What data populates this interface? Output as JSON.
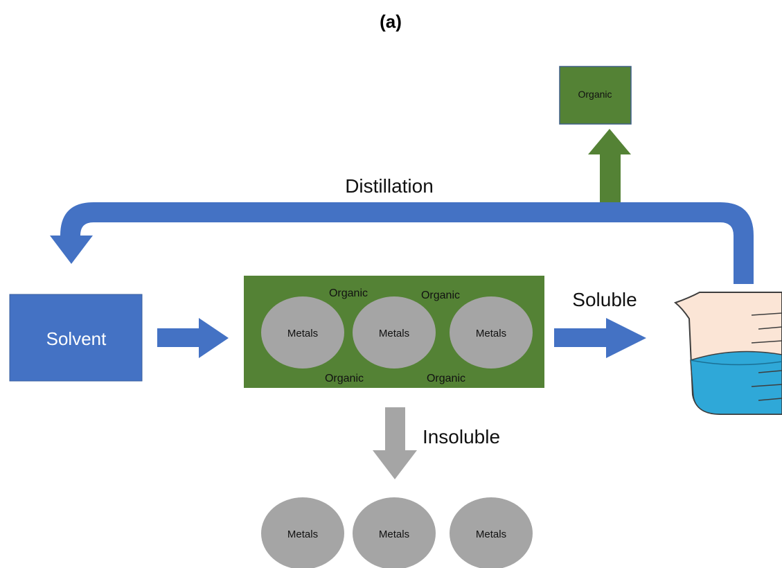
{
  "panel_label": "(a)",
  "colors": {
    "blue": "#4472C4",
    "green": "#548235",
    "gray": "#A5A5A5",
    "liquid": "#2FA8D8",
    "beaker_glass": "#FBE5D6"
  },
  "diagram": {
    "solvent_label": "Solvent",
    "top_product_label": "Organic",
    "distillation_label": "Distillation",
    "soluble_label": "Soluble",
    "insoluble_label": "Insoluble",
    "mixture": {
      "organic_labels": [
        "Organic",
        "Organic",
        "Organic",
        "Organic"
      ],
      "metal_labels": [
        "Metals",
        "Metals",
        "Metals"
      ]
    },
    "residue_metal_labels": [
      "Metals",
      "Metals",
      "Metals"
    ],
    "beaker_icon": "beaker-icon"
  }
}
